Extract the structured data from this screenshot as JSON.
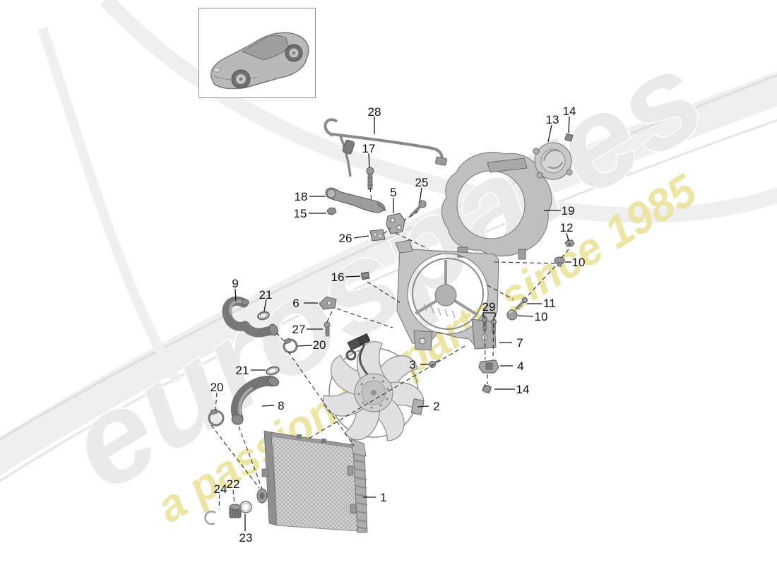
{
  "diagram": {
    "watermark": {
      "brand": "eurospares",
      "tagline": "a passion for parts since 1985",
      "brand_color": "#eaeaea",
      "tagline_color": "#ece4a0"
    },
    "callouts": [
      {
        "label": "28"
      },
      {
        "label": "17"
      },
      {
        "label": "18"
      },
      {
        "label": "15"
      },
      {
        "label": "5"
      },
      {
        "label": "25"
      },
      {
        "label": "26"
      },
      {
        "label": "13"
      },
      {
        "label": "14"
      },
      {
        "label": "19"
      },
      {
        "label": "12"
      },
      {
        "label": "10"
      },
      {
        "label": "16"
      },
      {
        "label": "6"
      },
      {
        "label": "9"
      },
      {
        "label": "21"
      },
      {
        "label": "27"
      },
      {
        "label": "20"
      },
      {
        "label": "21"
      },
      {
        "label": "20"
      },
      {
        "label": "8"
      },
      {
        "label": "29"
      },
      {
        "label": "11"
      },
      {
        "label": "10"
      },
      {
        "label": "7"
      },
      {
        "label": "3"
      },
      {
        "label": "4"
      },
      {
        "label": "14"
      },
      {
        "label": "2"
      },
      {
        "label": "1"
      },
      {
        "label": "24"
      },
      {
        "label": "22"
      },
      {
        "label": "23"
      }
    ]
  }
}
